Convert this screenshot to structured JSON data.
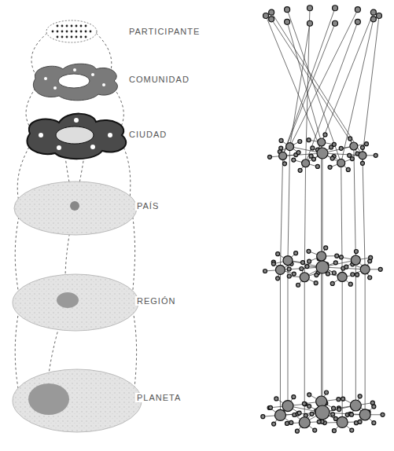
{
  "diagram": {
    "labels": [
      "PARTICIPANTE",
      "COMUNIDAD",
      "CIUDAD",
      "PAÍS",
      "REGIÓN",
      "PLANETA"
    ]
  }
}
